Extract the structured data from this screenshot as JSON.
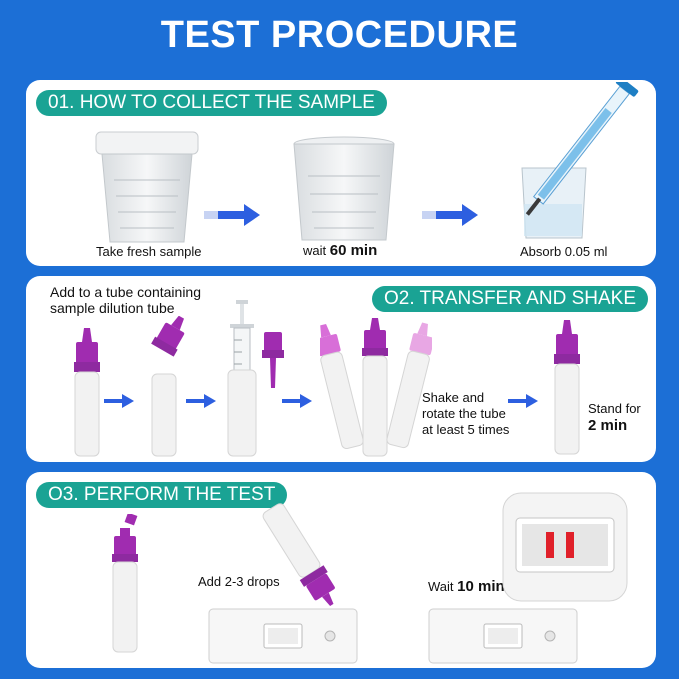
{
  "title": "TEST PROCEDURE",
  "step1": {
    "heading": "01. HOW TO COLLECT THE SAMPLE",
    "cap1": "Take fresh sample",
    "cap2_pre": "wait ",
    "cap2_bold": "60 min",
    "cap3": "Absorb 0.05 ml"
  },
  "step2": {
    "heading": "O2. TRANSFER AND SHAKE",
    "note_line1": "Add to a tube containing",
    "note_line2": "sample dilution tube",
    "shake_line1": "Shake and",
    "shake_line2": "rotate the tube",
    "shake_line3": "at least 5 times",
    "stand_line1": "Stand for",
    "stand_bold": "2 min"
  },
  "step3": {
    "heading": "O3. PERFORM THE TEST",
    "drops": "Add 2-3 drops",
    "wait_pre": "Wait ",
    "wait_bold": "10 min"
  },
  "colors": {
    "background": "#1c6fd6",
    "pill": "#1aa394",
    "cap_purple": "#a02cb0",
    "arrow": "#2d5fe0",
    "test_line": "#e0202a"
  }
}
